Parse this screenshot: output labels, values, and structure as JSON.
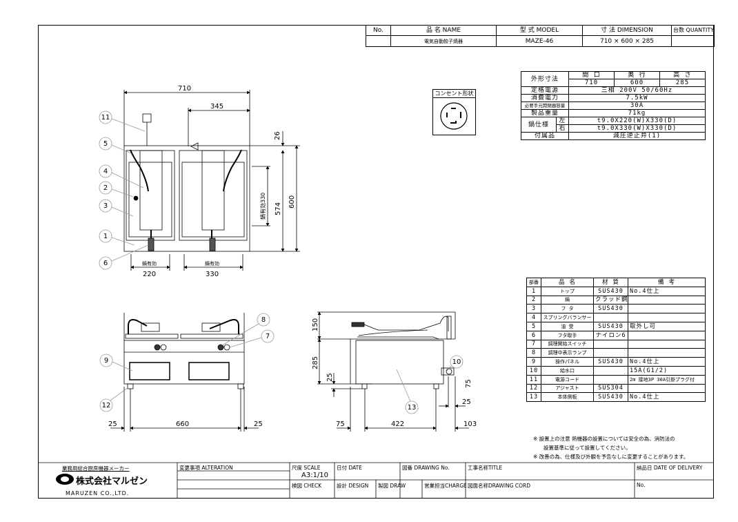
{
  "header_table": {
    "headers": [
      "No.",
      "品 名 NAME",
      "型 式 MODEL",
      "寸 法 DIMENSION",
      "台数 QUANTITY"
    ],
    "row": {
      "no": "",
      "name": "電気自動餃子焼器",
      "model": "MAZE-46",
      "dimension": "710 × 600 × 285",
      "quantity": ""
    }
  },
  "connector": {
    "label": "コンセント形状"
  },
  "spec_table": {
    "outer_dim_label": "外形寸法",
    "outer_dim_headers": [
      "間 口",
      "奥 行",
      "高 さ"
    ],
    "outer_dim_values": [
      "710",
      "600",
      "285"
    ],
    "rows": [
      {
        "label": "定格電源",
        "value": "三相 200V 50/60Hz"
      },
      {
        "label": "消費電力",
        "value": "7.5kW"
      },
      {
        "label": "必要手元開閉器容量",
        "value": "30A"
      },
      {
        "label": "製品重量",
        "value": "71kg"
      }
    ],
    "pan_label": "鍋仕様",
    "pan_rows": [
      {
        "side": "左",
        "value": "t9.0X220(W)X330(D)"
      },
      {
        "side": "右",
        "value": "t9.0X330(W)X330(D)"
      }
    ],
    "accessory_label": "付属品",
    "accessory_value": "減圧逆止弁(1)"
  },
  "parts_table": {
    "headers": [
      "部番",
      "品 名",
      "材 質",
      "備 考"
    ],
    "rows": [
      [
        "1",
        "トップ",
        "SUS430",
        "No.4仕上"
      ],
      [
        "2",
        "鍋",
        "クラッド鋼板",
        ""
      ],
      [
        "3",
        "フ タ",
        "SUS430",
        ""
      ],
      [
        "4",
        "スプリングバランサー",
        "",
        ""
      ],
      [
        "5",
        "油 受",
        "SUS430",
        "取外し可"
      ],
      [
        "6",
        "フタ取手",
        "ナイロン6",
        ""
      ],
      [
        "7",
        "調理開始スイッチ",
        "",
        ""
      ],
      [
        "8",
        "調理中表示ランプ",
        "",
        ""
      ],
      [
        "9",
        "操作パネル",
        "SUS430",
        "No.4仕上"
      ],
      [
        "10",
        "給水口",
        "",
        "15A(G1/2)"
      ],
      [
        "11",
        "電源コード",
        "",
        "2m 接地3P 30A引掛プラグ付"
      ],
      [
        "12",
        "アジャスト",
        "SUS304",
        ""
      ],
      [
        "13",
        "本体側板",
        "SUS430",
        "No.4仕上"
      ]
    ]
  },
  "top_view": {
    "dim_width": "710",
    "dim_offset": "345",
    "dim_26": "26",
    "dim_574": "574",
    "dim_600": "600",
    "dim_pan_depth": "鍋有効330",
    "pan_left_label": "鍋有効",
    "pan_left": "220",
    "pan_right_label": "鍋有効",
    "pan_right": "330",
    "balloons": [
      "11",
      "5",
      "4",
      "2",
      "3",
      "1",
      "6"
    ]
  },
  "front_view": {
    "dims": [
      "25",
      "660",
      "25"
    ],
    "balloons": [
      "8",
      "7",
      "9",
      "12"
    ]
  },
  "side_view": {
    "dim_150": "150",
    "dim_285": "285",
    "dim_25a": "25",
    "dim_75a": "75",
    "dim_25b": "25",
    "dims_bottom": [
      "75",
      "422",
      "103"
    ],
    "balloons": [
      "10",
      "13"
    ]
  },
  "notes": [
    "※ 設置上の注意 熱機器の設置については安全の為、消防法の",
    "設置基準に従って設置してください。",
    "※ 改善の為、仕様及び外観を予告なしに変更することがあります。"
  ],
  "title_block": {
    "maker_tagline": "業務用総合厨房機器メーカー",
    "company_jp": "株式会社マルゼン",
    "company_en": "MARUZEN CO.,LTD.",
    "alteration": "変更事項 ALTERATION",
    "scale_label": "尺度 SCALE",
    "scale_value": "A3:1/10",
    "date": "日付 DATE",
    "drawing_no": "図番 DRAWING No.",
    "title": "工事名称TITLE",
    "delivery": "納品日 DATE OF DELIVERY",
    "check": "検図 CHECK",
    "design": "設計 DESIGN",
    "draw": "製図 DRAW",
    "charge": "営業担当CHARGE",
    "drawing_cord": "図面名称DRAWING CORD",
    "no": "No."
  }
}
